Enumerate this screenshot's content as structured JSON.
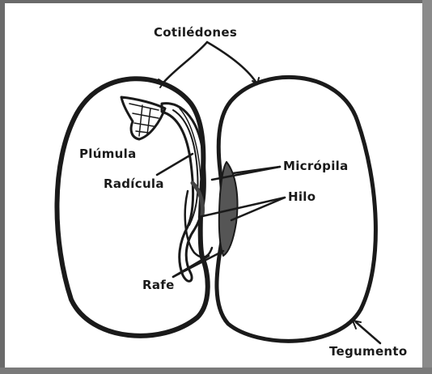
{
  "labels": {
    "cotiledones": "Cotilédones",
    "plumula": "Plúmula",
    "radicula": "Radícula",
    "micropila": "Micrópila",
    "hilo": "Hilo",
    "rafe": "Rafe",
    "tegumento": "Tegumento"
  },
  "colors": {
    "line": "#1a1a1a",
    "hilum_fill": "#555555",
    "frame": "#6a6a6a"
  }
}
